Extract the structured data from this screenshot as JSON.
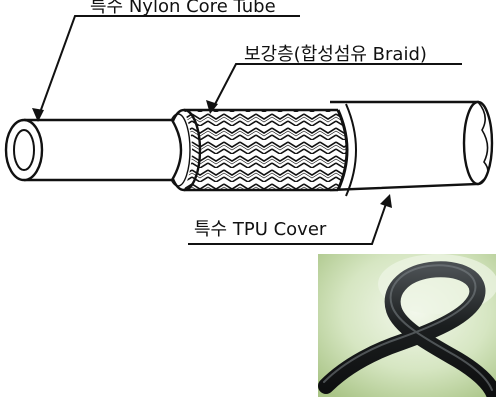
{
  "diagram": {
    "subject": "reinforced hose cross-section",
    "labels": {
      "core": "특수 Nylon Core Tube",
      "braid": "보강층(합성섬유 Braid)",
      "cover": "특수 TPU Cover"
    },
    "colors": {
      "outline": "#111111",
      "tube_fill": "#ffffff",
      "braid_fill": "#ffffff"
    }
  },
  "photo": {
    "subject": "black hose coiled in a loop",
    "colors": {
      "background_light": "#eaf2e2",
      "background_green": "#b7cf98",
      "hose": "#1b1e1f"
    }
  }
}
